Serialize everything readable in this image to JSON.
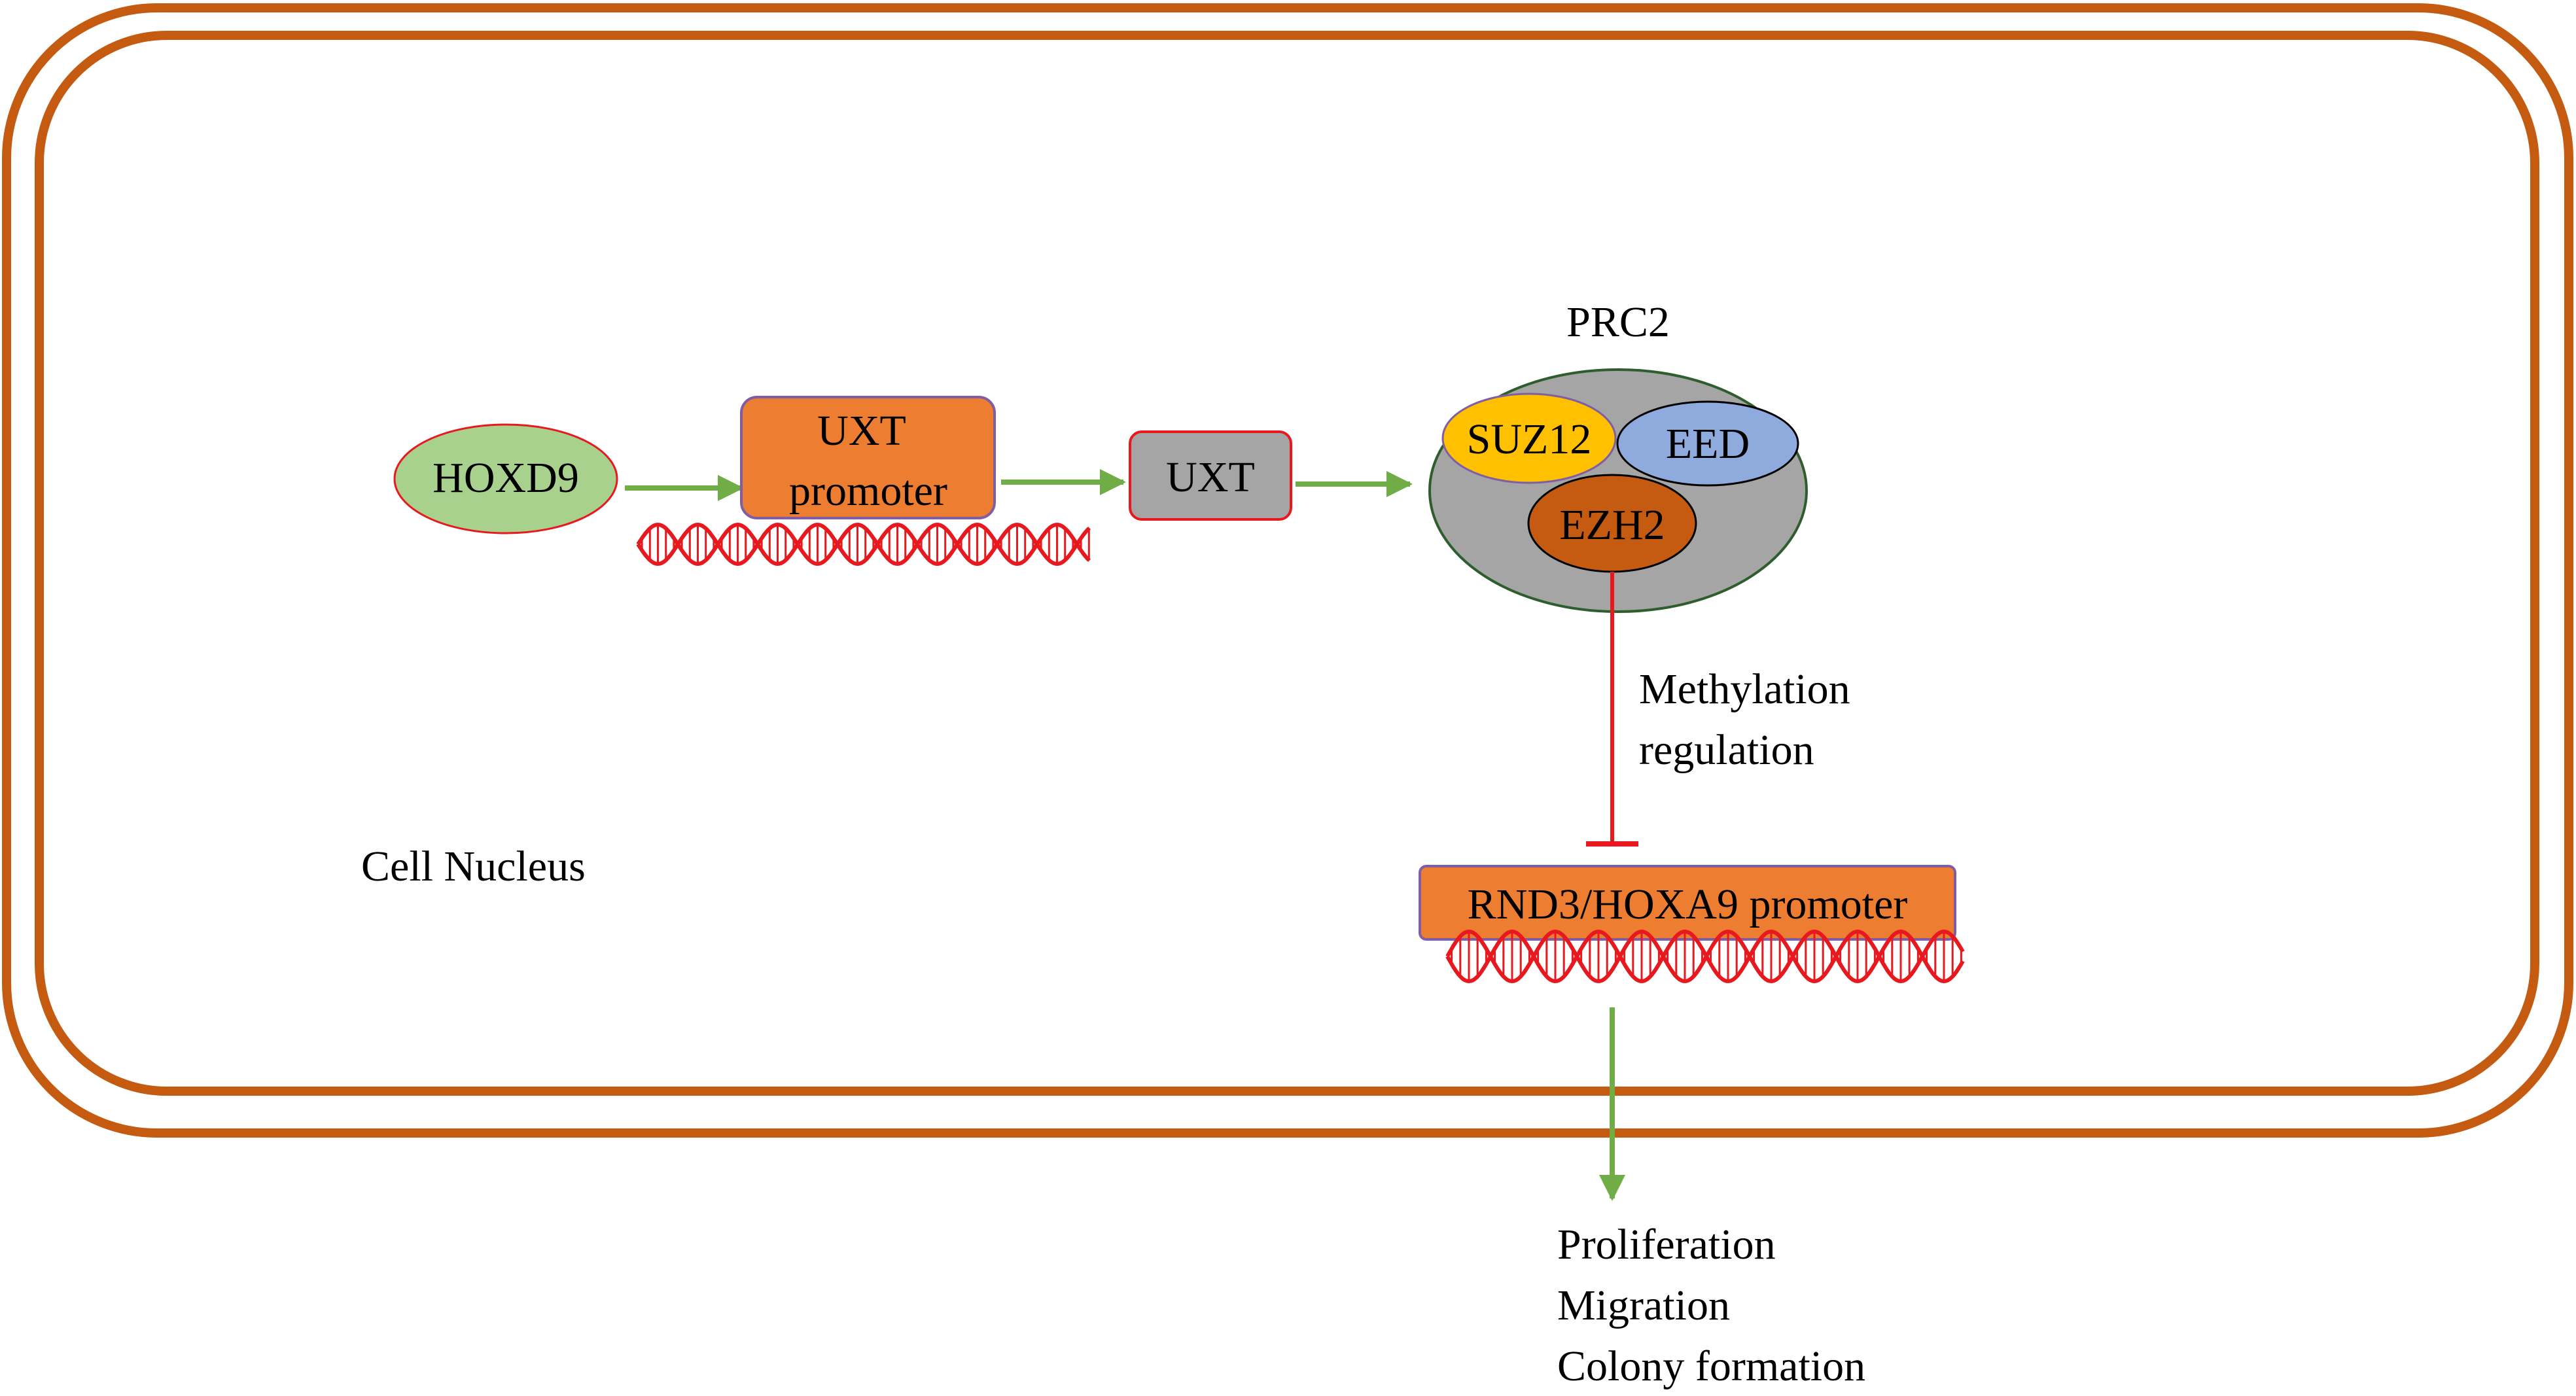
{
  "nodes": {
    "hoxd9": "HOXD9",
    "uxt_promoter_line1": "UXT",
    "uxt_promoter_line2": "promoter",
    "uxt": "UXT",
    "prc2": "PRC2",
    "suz12": "SUZ12",
    "eed": "EED",
    "ezh2": "EZH2",
    "target_promoter": "RND3/HOXA9 promoter"
  },
  "edges": {
    "inhibition_label_line1": "Methylation",
    "inhibition_label_line2": "regulation"
  },
  "compartment": {
    "label": "Cell Nucleus"
  },
  "outcomes": [
    "Proliferation",
    "Migration",
    "Colony formation"
  ],
  "colors": {
    "membrane": "#C55A11",
    "activation_arrow": "#70AD47",
    "inhibition_line": "#E8191E",
    "dna": "#E8191E",
    "hoxd9_fill": "#A9D18E",
    "promoter_fill": "#ED7D31",
    "promoter_border": "#7F5EA4",
    "uxt_fill": "#A5A5A5",
    "prc2_fill": "#A5A5A5",
    "prc2_border": "#2E5E2E",
    "suz12_fill": "#FFC000",
    "eed_fill": "#8FAADC",
    "ezh2_fill": "#C55A11"
  },
  "icons": [
    "dna-helix-icon",
    "arrow-icon",
    "inhibition-bar-icon"
  ]
}
